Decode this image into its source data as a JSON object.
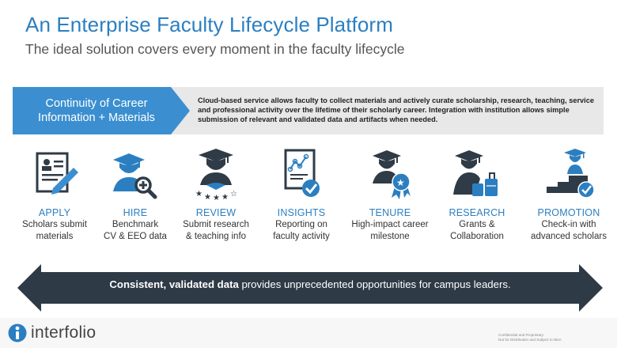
{
  "header": {
    "title": "An Enterprise Faculty Lifecycle Platform",
    "subtitle": "The ideal solution covers every moment in the faculty lifecycle"
  },
  "banner": {
    "label_line1": "Continuity of Career",
    "label_line2": "Information + Materials",
    "description": "Cloud-based service allows faculty to collect materials and actively curate scholarship, research, teaching, service and professional activity over the lifetime of their scholarly career. Integration with institution allows simple submission of relevant and validated data and artifacts when needed."
  },
  "stages": [
    {
      "title": "APPLY",
      "desc1": "Scholars submit",
      "desc2": "materials",
      "icon": "document-pen-icon"
    },
    {
      "title": "HIRE",
      "desc1": "Benchmark",
      "desc2": "CV & EEO data",
      "icon": "graduate-magnifier-icon"
    },
    {
      "title": "REVIEW",
      "desc1": "Submit research",
      "desc2": "& teaching info",
      "icon": "graduate-stars-icon"
    },
    {
      "title": "INSIGHTS",
      "desc1": "Reporting on",
      "desc2": "faculty activity",
      "icon": "chart-document-check-icon"
    },
    {
      "title": "TENURE",
      "desc1": "High-impact career",
      "desc2": "milestone",
      "icon": "graduate-ribbon-icon"
    },
    {
      "title": "RESEARCH",
      "desc1": "Grants &",
      "desc2": "Collaboration",
      "icon": "graduate-luggage-icon"
    },
    {
      "title": "PROMOTION",
      "desc1": "Check-in with",
      "desc2": "advanced scholars",
      "icon": "graduate-stairs-check-icon"
    }
  ],
  "bottom_banner": {
    "bold": "Consistent, validated data",
    "rest": " provides unprecedented opportunities for campus leaders."
  },
  "footer": {
    "logo_text": "interfolio",
    "confidential_line1": "Confidential and Proprietary.",
    "confidential_line2": "Not for Distribution and Subject to NDA"
  },
  "colors": {
    "accent_blue": "#2b7fc1",
    "icon_dark": "#2f3b47",
    "banner_blue": "#3b8fd0",
    "arrow_dark": "#2e3a46"
  }
}
